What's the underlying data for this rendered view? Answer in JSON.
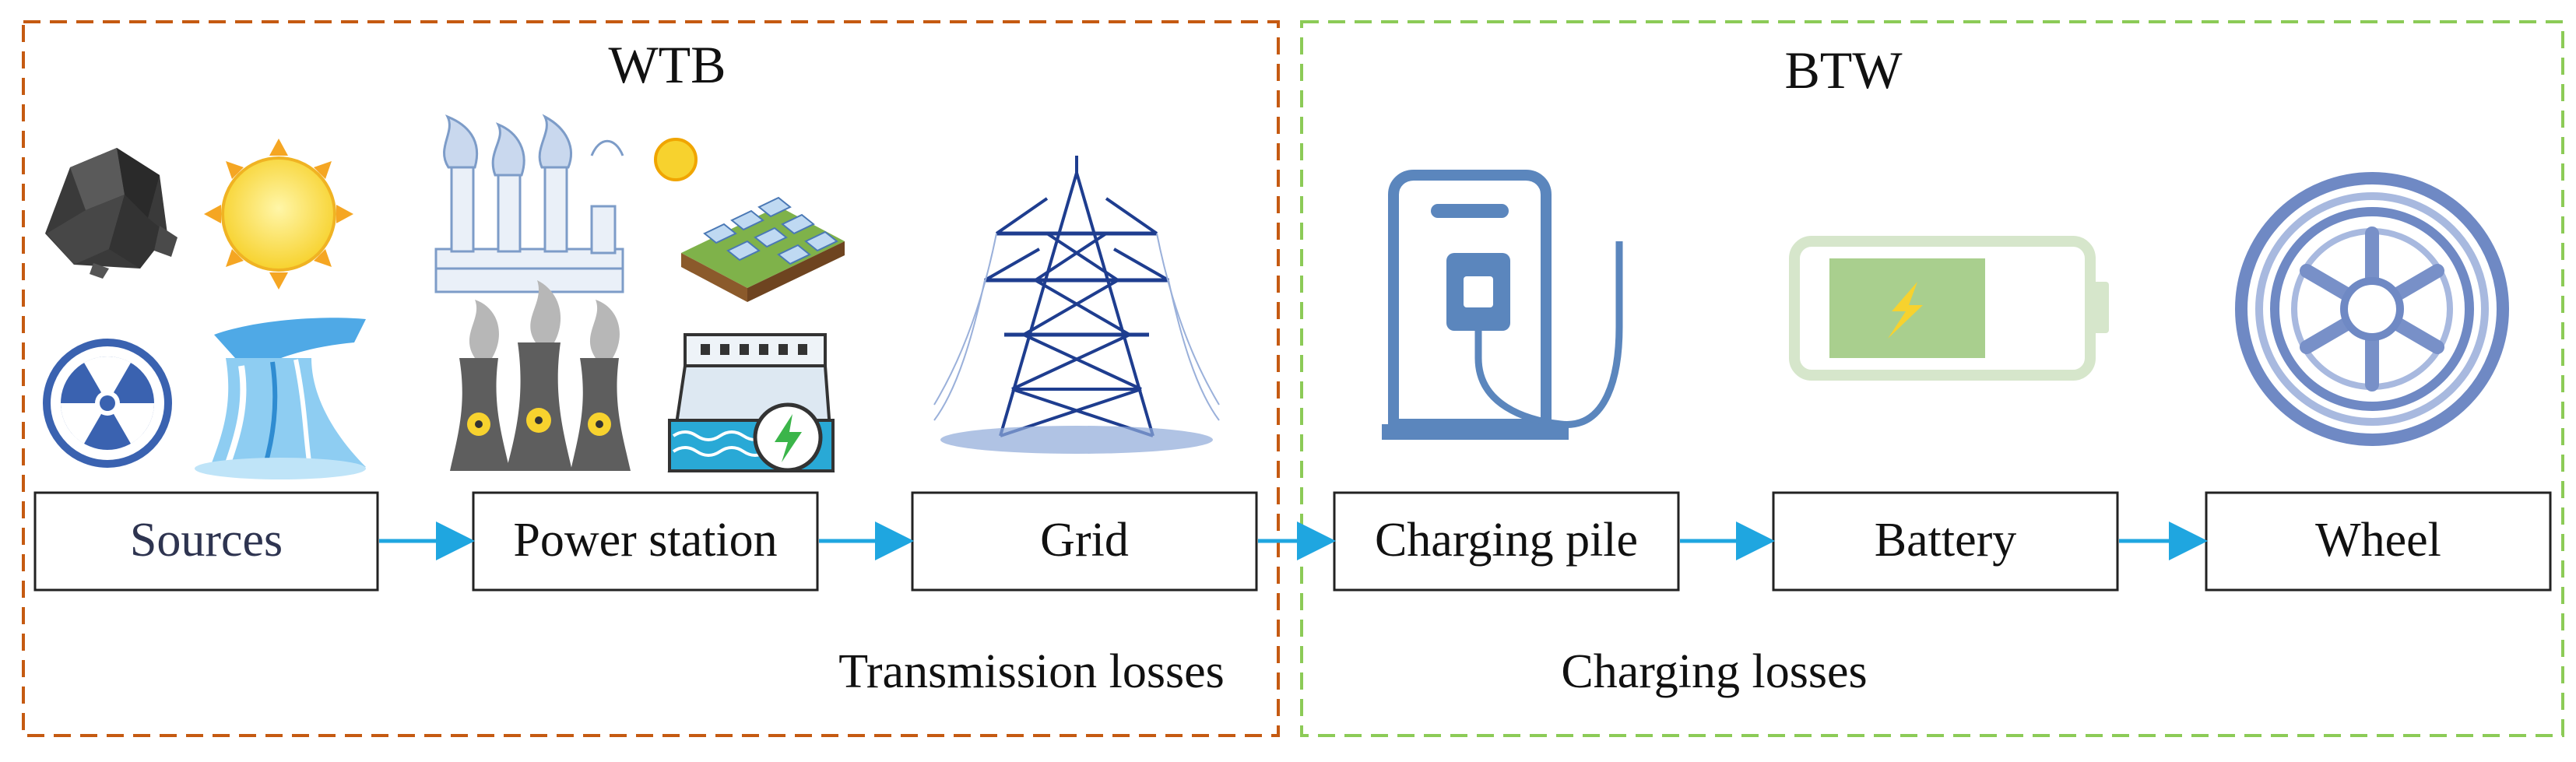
{
  "sections": {
    "wtb": {
      "title": "WTB",
      "border_color": "#C55A11"
    },
    "btw": {
      "title": "BTW",
      "border_color": "#8CCB57"
    }
  },
  "nodes": {
    "sources": "Sources",
    "power_station": "Power station",
    "grid": "Grid",
    "charging_pile": "Charging pile",
    "battery": "Battery",
    "wheel": "Wheel"
  },
  "notes": {
    "transmission_losses": "Transmission losses",
    "charging_losses": "Charging losses"
  },
  "icons": {
    "sources": [
      "coal-icon",
      "sun-icon",
      "nuclear-icon",
      "waterfall-icon"
    ],
    "power_station": [
      "factory-icon",
      "solar-farm-icon",
      "cooling-tower-icon",
      "hydro-dam-icon"
    ],
    "grid": [
      "transmission-tower-icon"
    ],
    "charging_pile": [
      "ev-charger-icon"
    ],
    "battery": [
      "battery-icon"
    ],
    "wheel": [
      "wheel-icon"
    ]
  },
  "colors": {
    "arrow": "#1FA6E0",
    "icon_blue": "#3A62B0",
    "charger_blue": "#5B86BD",
    "battery_green": "#A9CF8E",
    "sun_yellow": "#F7D22E"
  }
}
